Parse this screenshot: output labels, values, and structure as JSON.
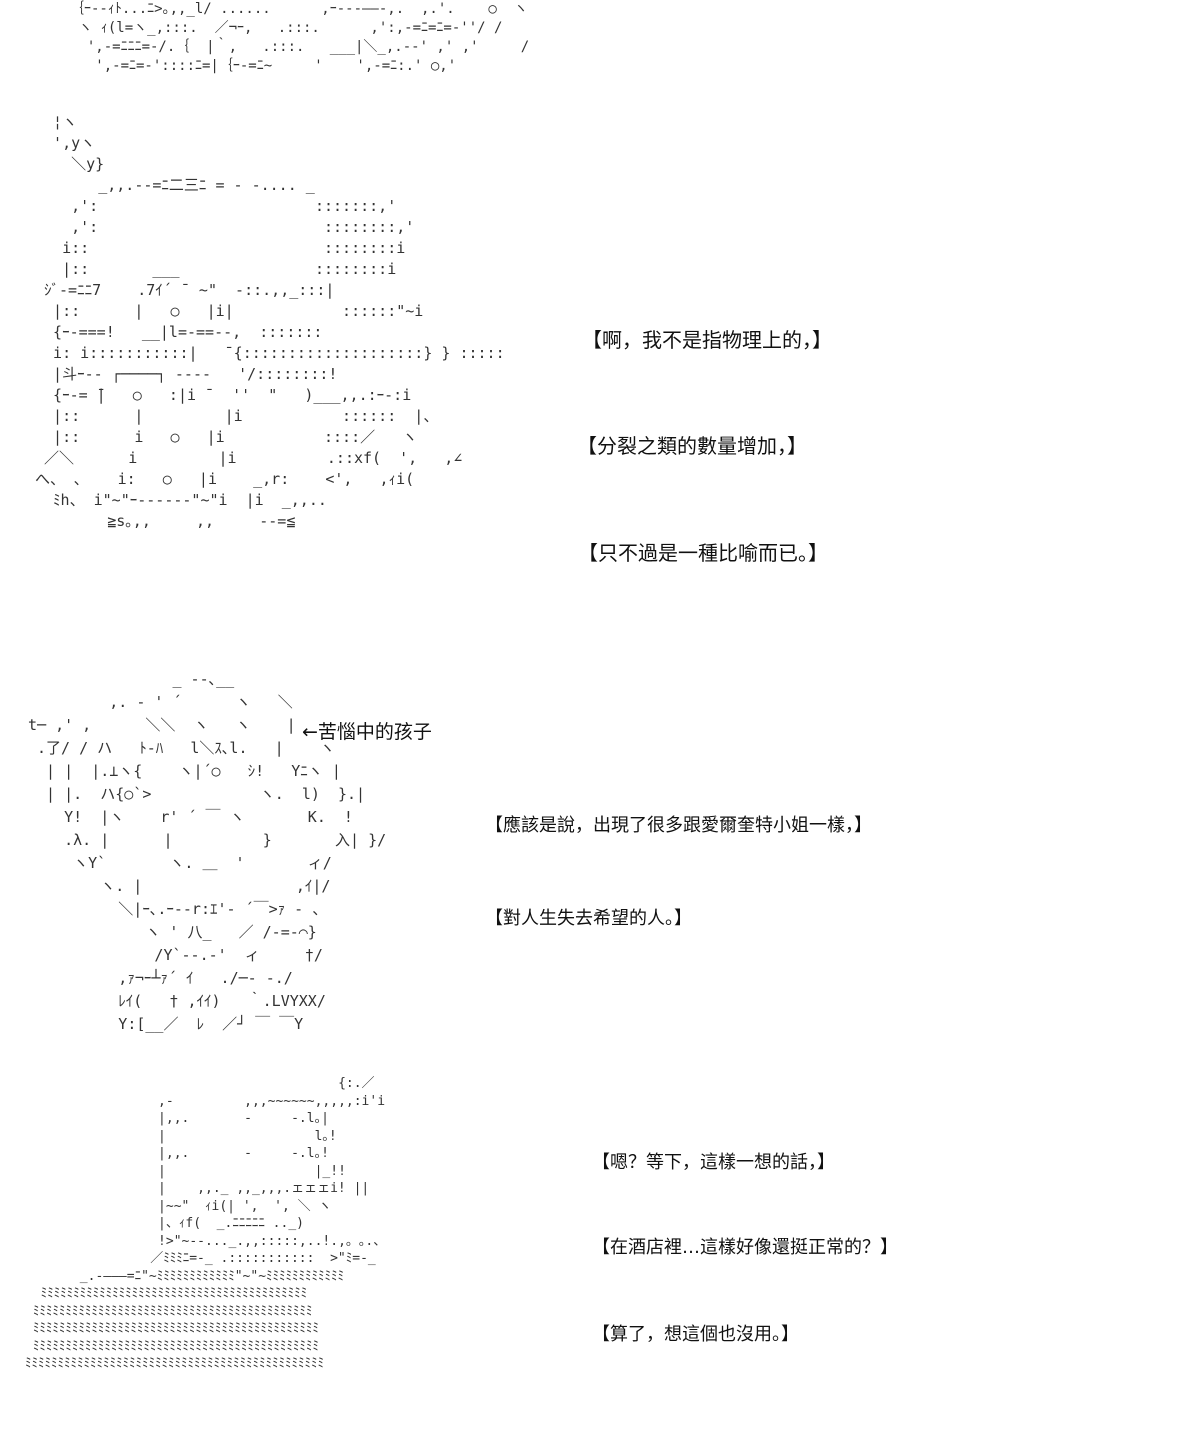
{
  "art": {
    "top_fragment": "｛ｰ-‐ｨﾄ...ﾆ>｡,,_l/ ......      ,ｰ‐-‐――-,.  ,.'.    ○  ヽ\n ヽ ｨ(l=ヽ_,:::.  ／¬ｰ,   .:::.      ,':,-=ﾆ=ﾆ=-''/ /    ｨ(l=ヽ,  ',\n  ',-=ﾆﾆﾆ=-/.｛  |｀,   .:::.   ___|＼_,.-‐' ,' ,'     /       ',\n   ',-=ﾆ=-'::::ﾆ=|｛ｰ-=ﾆ~     '    ',-=ﾆ:.' ○,'            ',",
    "helmet_figure": "  ¦ヽ\n  ',yヽ\n    ＼y}\n       _,,.-‐=ﾆ二三ﾆ = ‐ ‐.... _\n    ,':                        :::::::,'\n    ,':                         ::::::::,'\n   i::                          ::::::::i\n   |::       ___               ::::::::i\n ｼﾞ-=ﾆﾆ7    .7ｲ´ ̄  ~\"  -::.,,_:::|\n  |::      |   ○   |i|            ::::::\"~i\n  {ｰ-===!   __|l=-==--,  :::::::\n  i: i:::::::::::|   ̄ {::::::::::::::::::::} } :::::::|\n  |斗ｰ-- ┌────┐ ---‐   '/::::::::!\n  {ｰ-= ̄|   ○   :|i ̄   ''  \"   )___,,.:ｰ-:i\n  |::      |         |i           ::::::  |、\n  |::      i   ○   |i           ::::／   ヽ\n ／＼      i         |i          .::xf(  ',   ,∠\nへ、 ､    i:   ○   |i    _,r:    <',   ,ｨi(\n  ﾐh、 i\"~\"ｰ‐-‐-‐-\"~\"i  |i  _,,..\n        ≧s｡,,     ,,     ‐-=≦",
    "child_figure": "                _ ‐-､__\n         ,. - ' ´      ヽ   ＼\nt─ ,' ,      ＼＼  ヽ   ヽ    |\n .了/ / ハ   ﾄ‐ﾊ   l＼ｽ､l.   |    ヽ\n  | |  |.⊥ヽ{    ヽ|´○   ｼ!   Yﾆヽ |\n  | |.  ハ{○`>            ヽ.  l)  }.|\n    Y!  |ヽ    r' ´ ￣ ヽ       K.  !\n    .λ. |      |          }       入| }/\n     ヽY`       ヽ. ＿  '       ィ/\n        ヽ. |                 ,ｲ|/\n          ＼|ｰ､.ｰ-‐r:ｴ'- ´￣>ｧ ‐ 、\n             ヽ ' 八_   ／ /-=-⌒}\n              /Y`‐-.-'  ィ     †/\n          ,ｧ¬ｰ┴ｧ´ ｲ   ./─‐ ‐./\n          ﾚｲ(   † ,ｲｲ)   ｀.LVYXX/\n          Y:[__／  ﾚ  ／┘ ￣ ￣Y",
    "building_figure": "                                        {:.／\n                 ,-         ,,,~~~~~~,,,,,:i'i\n                 |,,.       ‐     ‐.l｡|\n                 |                   l｡!\n                 |,,.       ‐     ‐.l｡!\n                 |                   |_!!\n                 |    ,,._ ,,_,,,.ェェェi! ||\n                 |~~\"  ｨi(| ',  ', ＼ ヽ\n                 |、ｨf(  _.ﾆﾆﾆﾆﾆ .._)\n                 !>\"~‐-..._.,,:::::,..!.,。｡.、\n                ／ﾐﾐﾐﾆ=-_ .:::::::::::  >\"ﾐ=-_\n       _.‐―――=ﾆ\"~ﾐﾐﾐﾐﾐﾐﾐﾐﾐﾐﾐﾐ\"~\"~ﾐﾐﾐﾐﾐﾐﾐﾐﾐﾐﾐﾐ\n  ﾐﾐﾐﾐﾐﾐﾐﾐﾐﾐﾐﾐﾐﾐﾐﾐﾐﾐﾐﾐﾐﾐﾐﾐﾐﾐﾐﾐﾐﾐﾐﾐﾐﾐﾐﾐﾐﾐﾐﾐﾐ\n ﾐﾐﾐﾐﾐﾐﾐﾐﾐﾐﾐﾐﾐﾐﾐﾐﾐﾐﾐﾐﾐﾐﾐﾐﾐﾐﾐﾐﾐﾐﾐﾐﾐﾐﾐﾐﾐﾐﾐﾐﾐﾐﾐ\n ﾐﾐﾐﾐﾐﾐﾐﾐﾐﾐﾐﾐﾐﾐﾐﾐﾐﾐﾐﾐﾐﾐﾐﾐﾐﾐﾐﾐﾐﾐﾐﾐﾐﾐﾐﾐﾐﾐﾐﾐﾐﾐﾐﾐ\n ﾐﾐﾐﾐﾐﾐﾐﾐﾐﾐﾐﾐﾐﾐﾐﾐﾐﾐﾐﾐﾐﾐﾐﾐﾐﾐﾐﾐﾐﾐﾐﾐﾐﾐﾐﾐﾐﾐﾐﾐﾐﾐﾐﾐ\nﾐﾐﾐﾐﾐﾐﾐﾐﾐﾐﾐﾐﾐﾐﾐﾐﾐﾐﾐﾐﾐﾐﾐﾐﾐﾐﾐﾐﾐﾐﾐﾐﾐﾐﾐﾐﾐﾐﾐﾐﾐﾐﾐﾐﾐﾐ"
  },
  "child_label": "←苦惱中的孩子",
  "panels": [
    {
      "lines": [
        "【啊，我不是指物理上的，】",
        "【分裂之類的數量增加，】",
        "【只不過是一種比喻而已。】"
      ]
    },
    {
      "lines": [
        "【應該是說，出現了很多跟愛爾奎特小姐一樣，】",
        "【對人生失去希望的人。】"
      ]
    },
    {
      "lines": [
        "【嗯？等下，這樣一想的話，】",
        "【在酒店裡…這樣好像還挺正常的？】",
        "【算了，想這個也沒用。】"
      ]
    }
  ]
}
